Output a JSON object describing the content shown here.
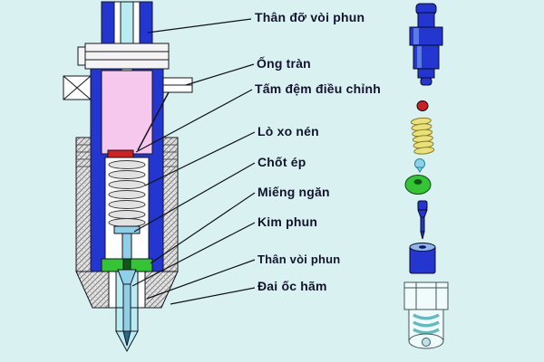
{
  "diagram": {
    "description_labels_language": "vi",
    "labels": [
      {
        "id": "than-do-voi-phun",
        "text": "Thân đỡ vòi phun"
      },
      {
        "id": "ong-tran",
        "text": "Ống tràn"
      },
      {
        "id": "tam-dem-dieu-chinh",
        "text": "Tấm đệm điều chỉnh"
      },
      {
        "id": "lo-xo-nen",
        "text": "Lò xo nén"
      },
      {
        "id": "chot-ep",
        "text": "Chốt ép"
      },
      {
        "id": "mieng-ngan",
        "text": "Miếng ngăn"
      },
      {
        "id": "kim-phun",
        "text": "Kim phun"
      },
      {
        "id": "than-voi-phun",
        "text": "Thân vòi phun"
      },
      {
        "id": "dai-oc-ham",
        "text": "Đai ốc hãm"
      }
    ],
    "colors": {
      "background": "#d9f2f1",
      "body_blue": "#2336cf",
      "chamber_pink": "#f6c8ee",
      "spacer_green": "#35c435",
      "shim_red": "#cf1f1f",
      "spring_yellow": "#e8e17c",
      "channel_cyan": "#b9ebf2",
      "pin_blue": "#8fd0e8"
    }
  }
}
